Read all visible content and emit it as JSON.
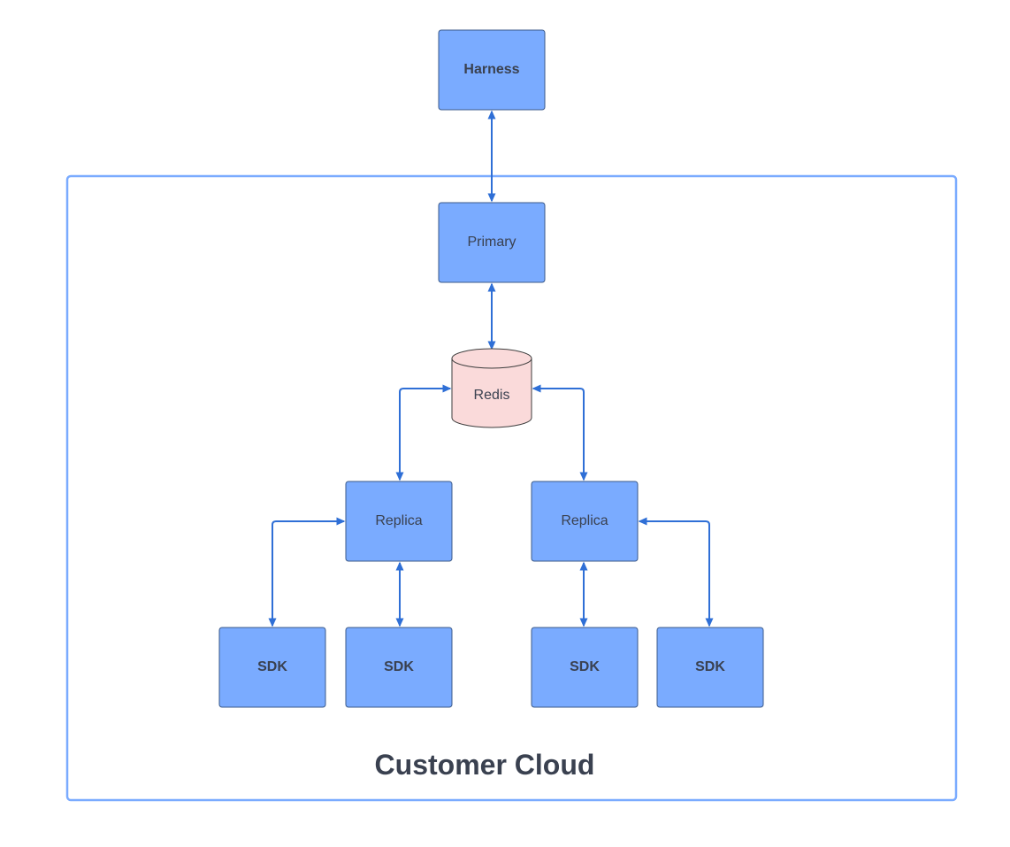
{
  "diagram": {
    "boundary": {
      "label": "Customer Cloud",
      "stroke_color": "#7aabff"
    },
    "colors": {
      "node_fill": "#7aabff",
      "node_stroke": "#3b5a8a",
      "db_fill": "#fadada",
      "db_stroke": "#3d3d3d",
      "connector": "#2f6fd6",
      "text": "#3a4150"
    },
    "nodes": {
      "harness": {
        "label": "Harness"
      },
      "primary": {
        "label": "Primary"
      },
      "redis": {
        "label": "Redis",
        "shape": "database-cylinder"
      },
      "replica_left": {
        "label": "Replica"
      },
      "replica_right": {
        "label": "Replica"
      },
      "sdk_1": {
        "label": "SDK"
      },
      "sdk_2": {
        "label": "SDK"
      },
      "sdk_3": {
        "label": "SDK"
      },
      "sdk_4": {
        "label": "SDK"
      }
    },
    "edges": [
      {
        "from": "harness",
        "to": "primary",
        "direction": "bidirectional"
      },
      {
        "from": "primary",
        "to": "redis",
        "direction": "bidirectional"
      },
      {
        "from": "redis",
        "to": "replica_left",
        "direction": "bidirectional"
      },
      {
        "from": "redis",
        "to": "replica_right",
        "direction": "bidirectional"
      },
      {
        "from": "replica_left",
        "to": "sdk_1",
        "direction": "bidirectional"
      },
      {
        "from": "replica_left",
        "to": "sdk_2",
        "direction": "bidirectional"
      },
      {
        "from": "replica_right",
        "to": "sdk_3",
        "direction": "bidirectional"
      },
      {
        "from": "replica_right",
        "to": "sdk_4",
        "direction": "bidirectional"
      }
    ]
  }
}
